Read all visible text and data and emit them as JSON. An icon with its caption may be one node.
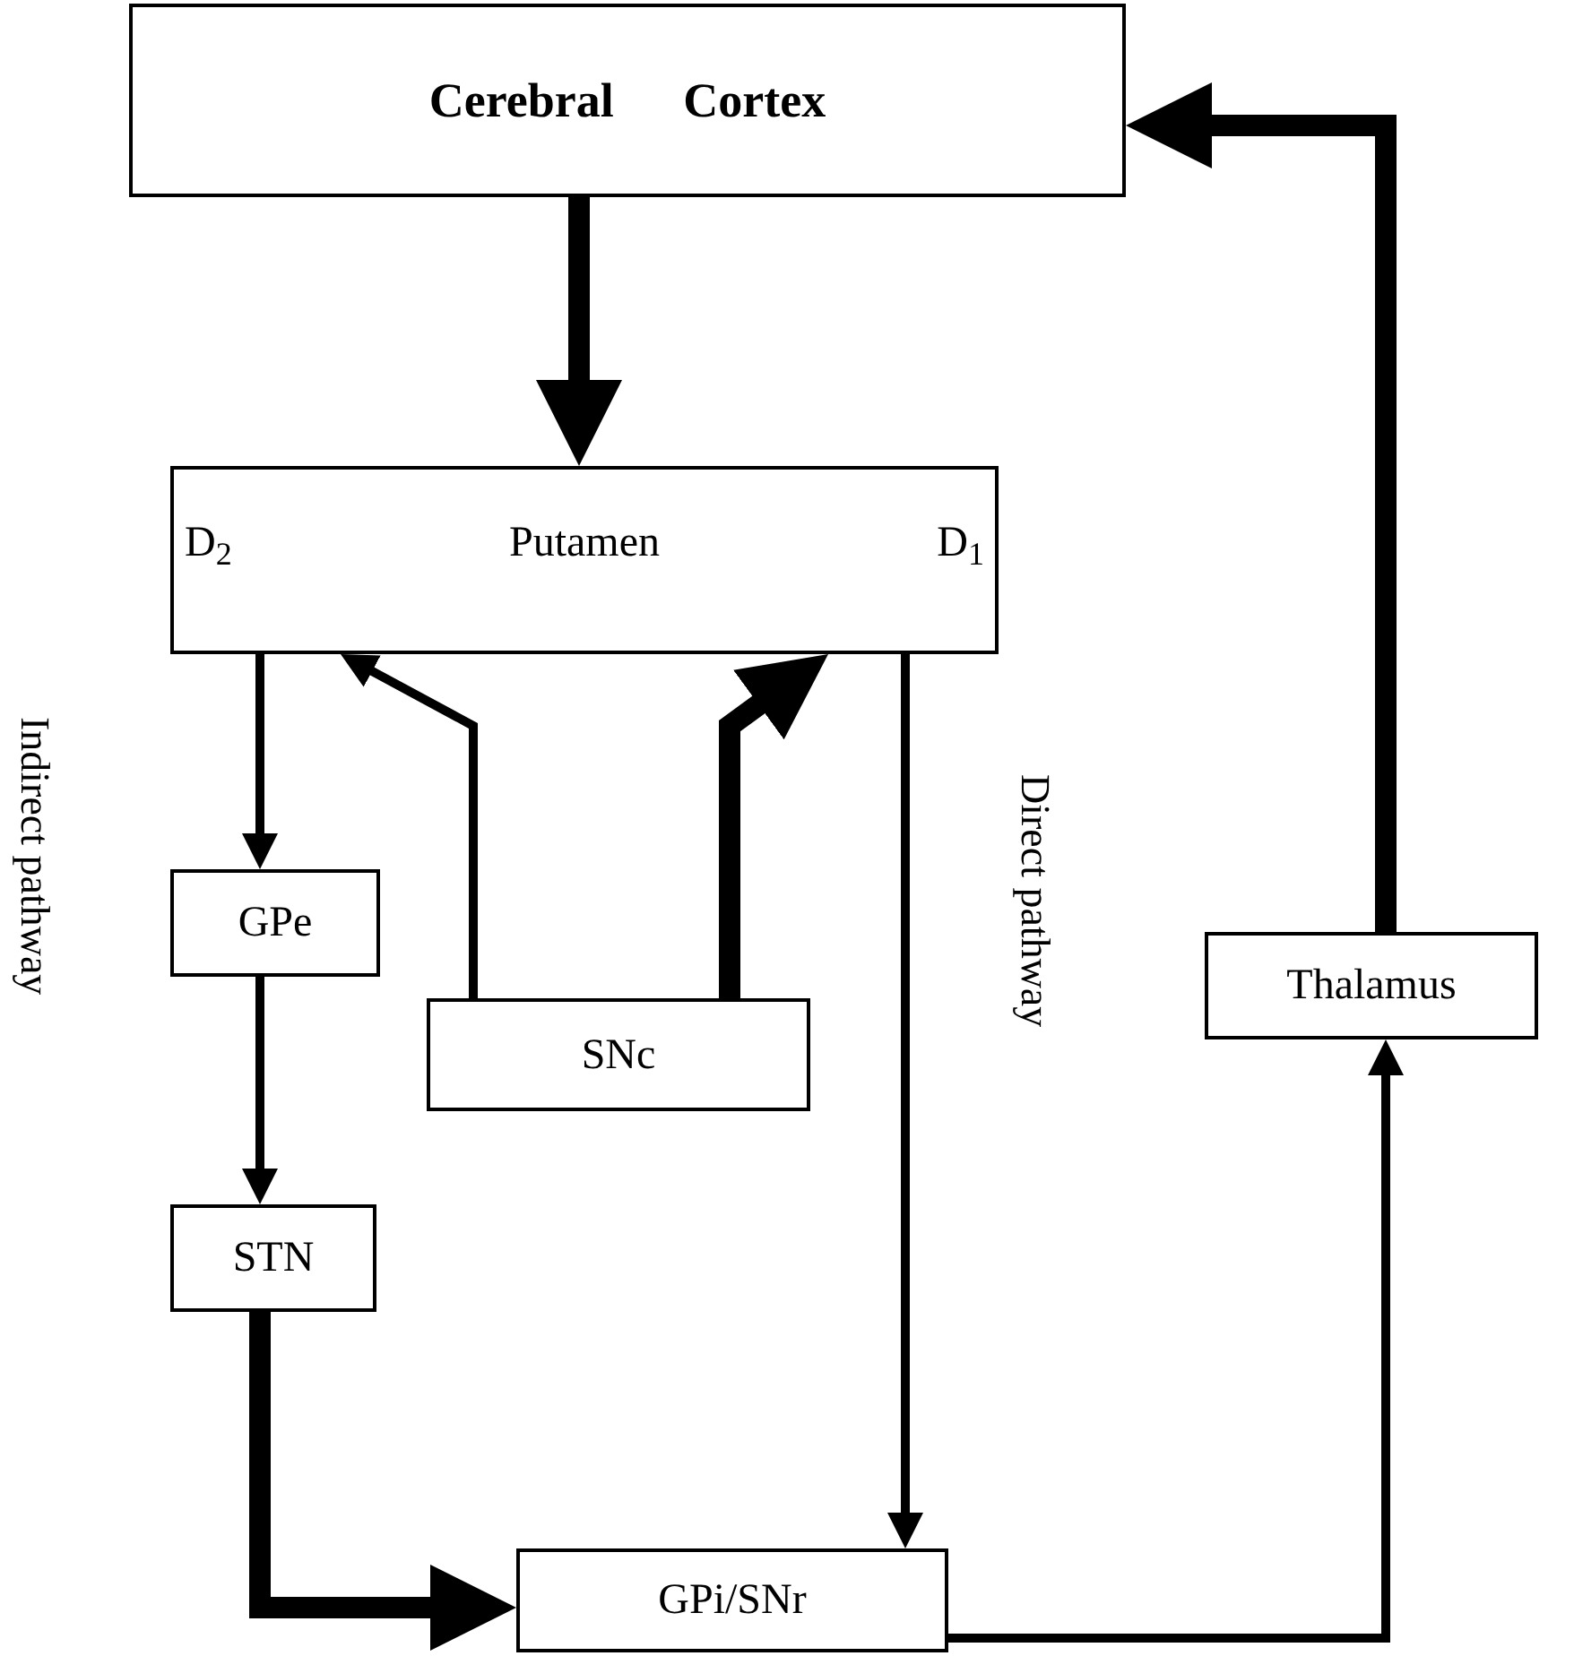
{
  "diagram": {
    "nodes": [
      {
        "text": [
          "Cerebral Cortex"
        ]
      },
      {
        "text": [
          "D$_{2}$",
          "Putamen",
          "D$_{1}$"
        ]
      },
      {
        "text": [
          "GPe"
        ]
      },
      {
        "text": [
          "SNc"
        ]
      },
      {
        "text": [
          "STN"
        ]
      },
      {
        "text": [
          "GPi/SNr"
        ]
      },
      {
        "text": [
          "Thalamus"
        ]
      }
    ],
    "edges": [
      {
        "from": 0,
        "to": 1,
        "arrow": "to",
        "style": "thick"
      },
      {
        "from": 1,
        "to": 2,
        "arrow": "to"
      },
      {
        "from": 2,
        "to": 4,
        "arrow": "to"
      },
      {
        "from": 3,
        "to": 1,
        "arrow": "to"
      },
      {
        "from": 3,
        "to": 1,
        "arrow": "to",
        "style": "thick"
      },
      {
        "from": 1,
        "to": 5,
        "arrow": "to"
      },
      {
        "from": 4,
        "to": 5,
        "arrow": "to",
        "style": "thick"
      },
      {
        "from": 5,
        "to": 6,
        "arrow": "to"
      },
      {
        "from": 6,
        "to": 0,
        "arrow": "to",
        "style": "thick"
      }
    ],
    "labels": [
      "Indirect pathway",
      "Direct pathway"
    ]
  }
}
